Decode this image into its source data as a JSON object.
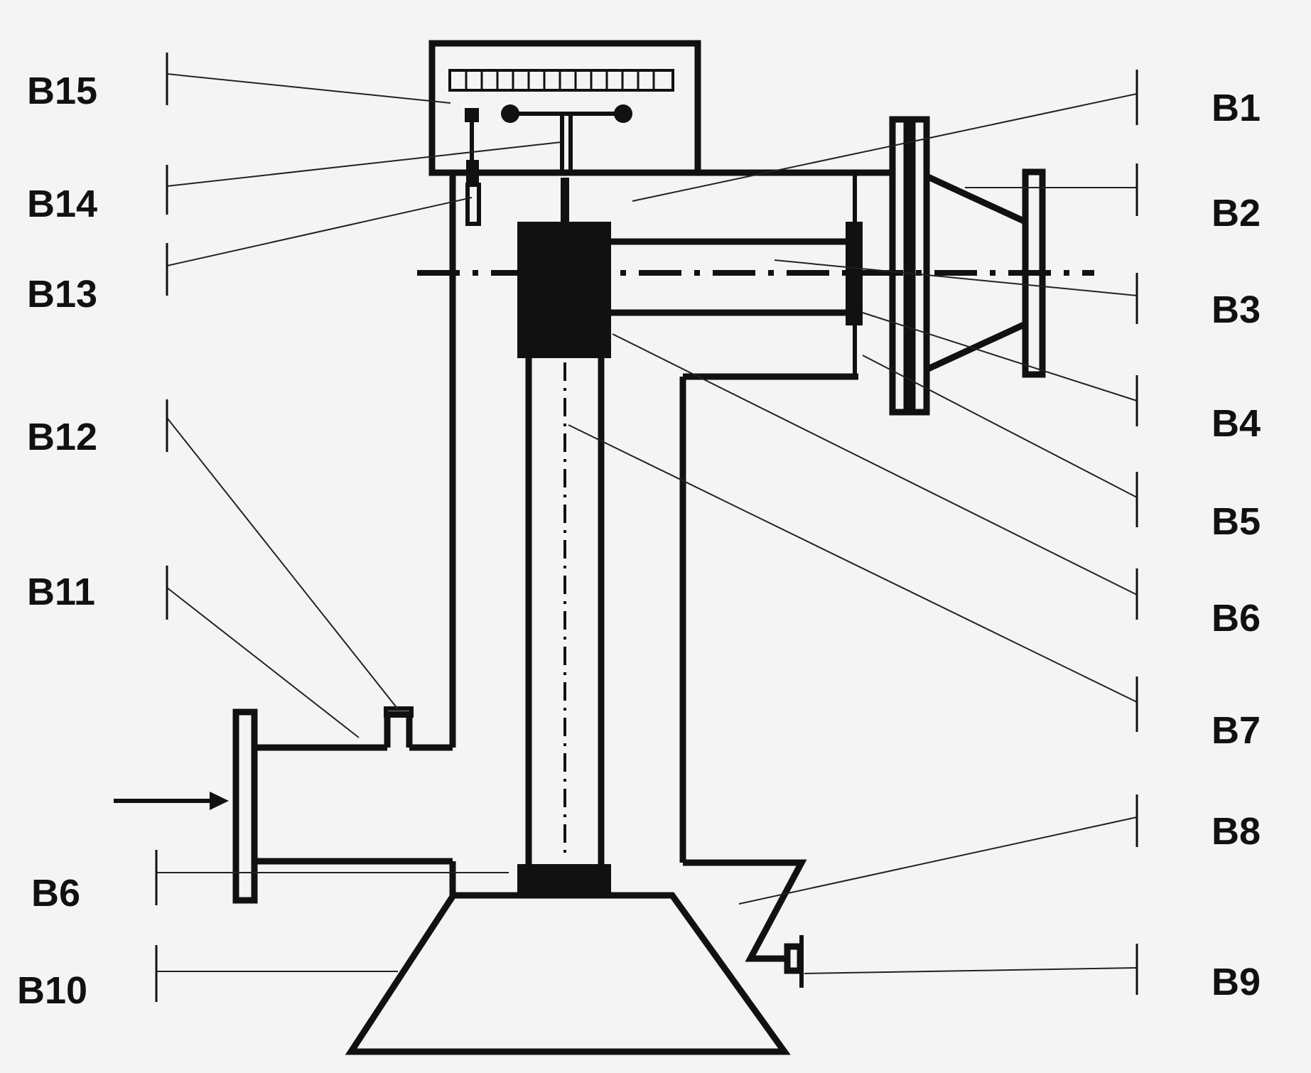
{
  "labels": {
    "b1": "B1",
    "b2": "B2",
    "b3": "B3",
    "b4": "B4",
    "b5": "B5",
    "b6_right": "B6",
    "b7": "B7",
    "b8": "B8",
    "b9": "B9",
    "b10": "B10",
    "b11": "B11",
    "b12": "B12",
    "b13": "B13",
    "b14": "B14",
    "b15": "B15",
    "b6_left": "B6"
  },
  "colors": {
    "ink": "#111111",
    "paper": "#f4f4f4"
  }
}
